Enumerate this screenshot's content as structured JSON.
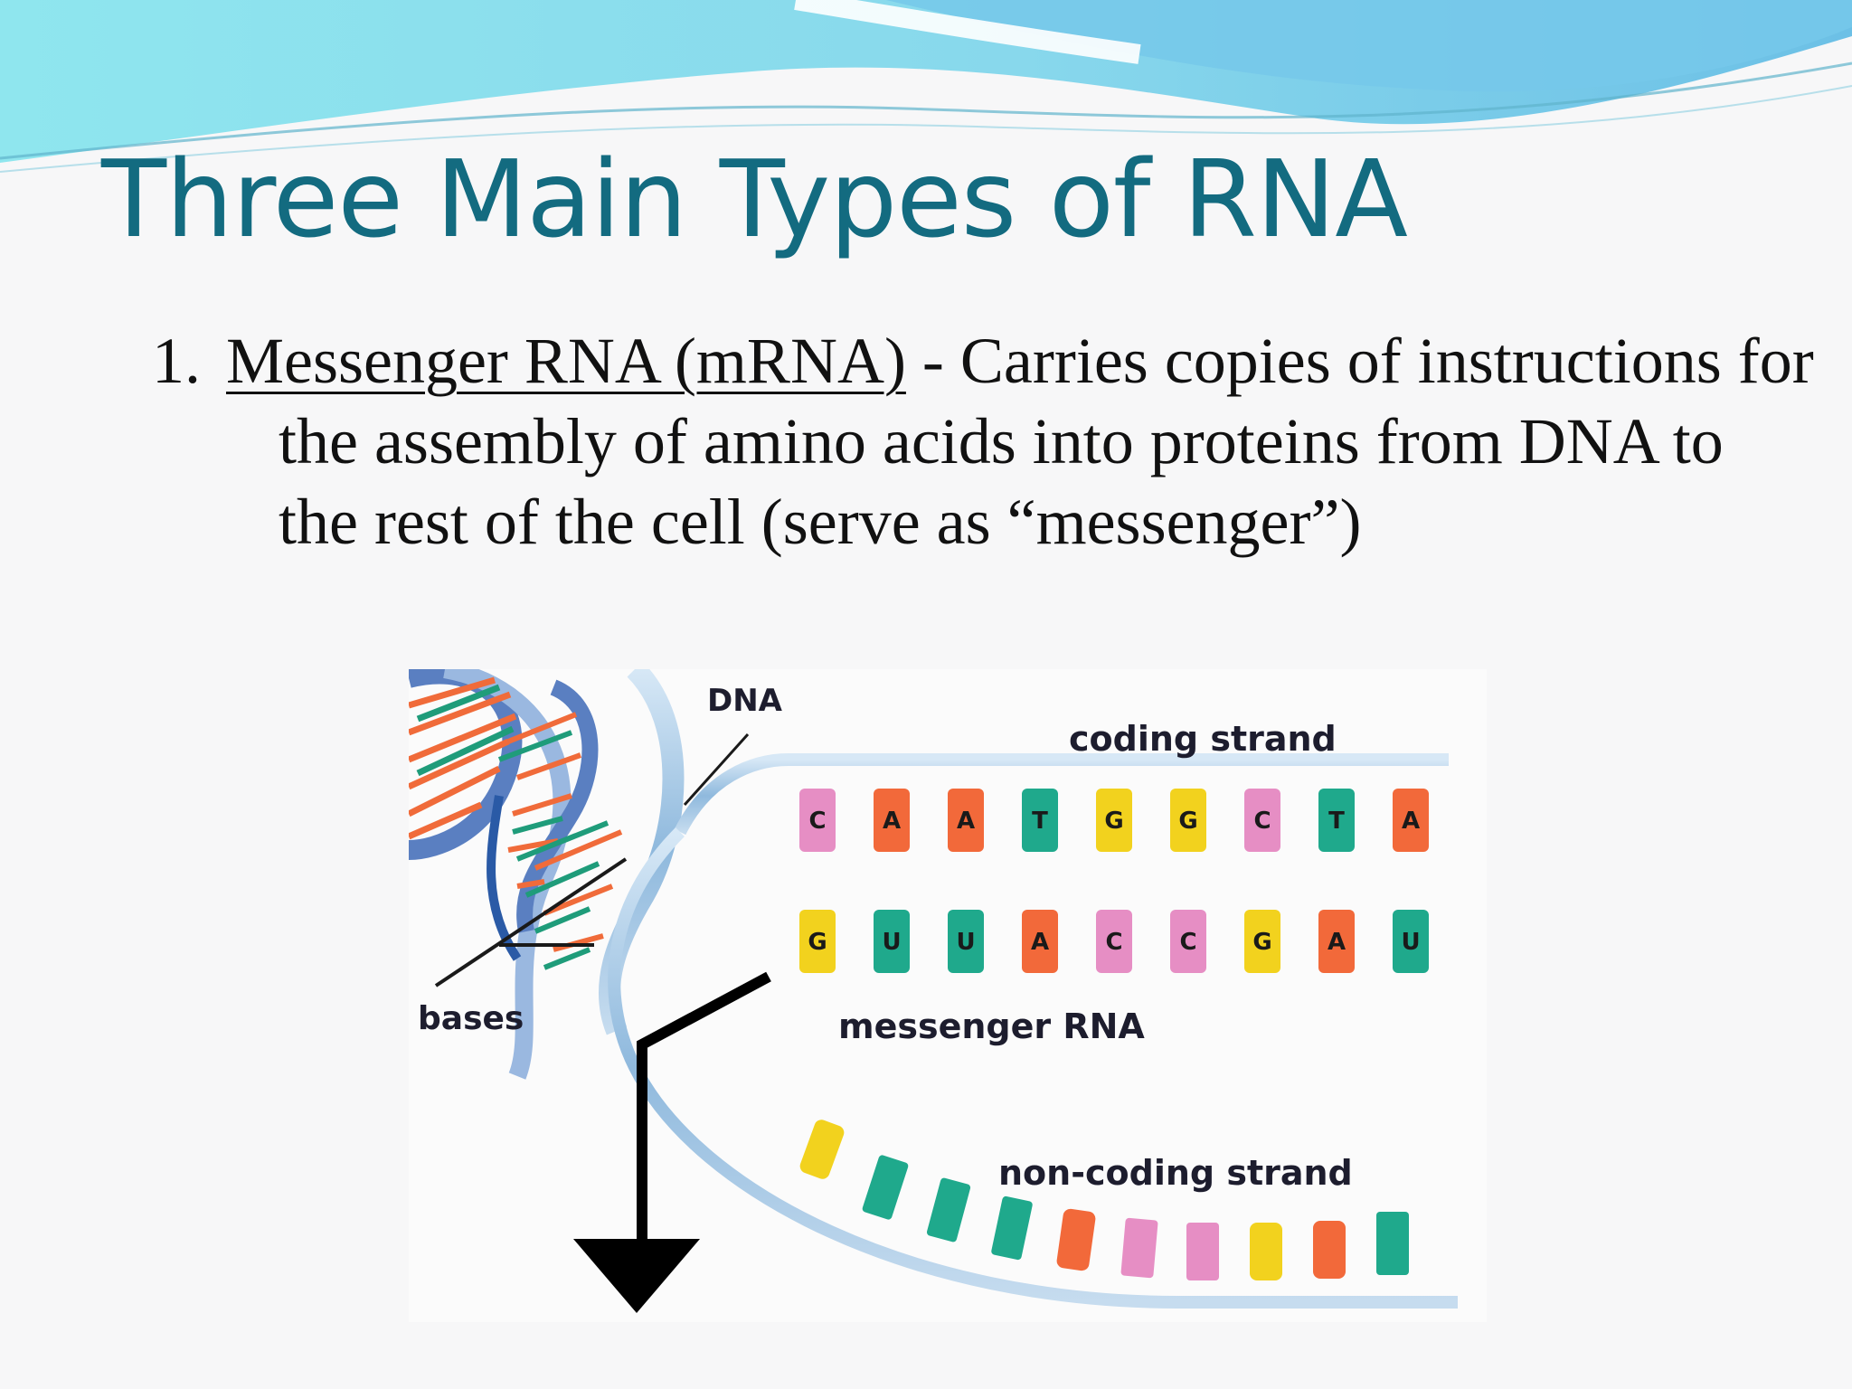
{
  "slide": {
    "title": "Three Main Types of RNA",
    "list": [
      {
        "number": "1.",
        "term": "Messenger RNA (mRNA)",
        "description": " - Carries copies of instructions for the assembly of amino acids into proteins from DNA to the rest of the cell (serve as “messenger”)"
      }
    ]
  },
  "figure": {
    "labels": {
      "dna": "DNA",
      "coding_strand": "coding strand",
      "messenger_rna": "messenger RNA",
      "non_coding_strand": "non-coding strand",
      "bases": "bases"
    },
    "coding_strand_bases": [
      "C",
      "A",
      "A",
      "T",
      "G",
      "G",
      "C",
      "T",
      "A"
    ],
    "messenger_rna_bases": [
      "G",
      "U",
      "U",
      "A",
      "C",
      "C",
      "G",
      "A",
      "U"
    ],
    "base_colors": {
      "A": "#f2693a",
      "C": "#e68ec4",
      "G": "#f2d21e",
      "T": "#1fa98c",
      "U": "#1fa98c"
    },
    "colors": {
      "title": "#136b80",
      "backbone": "#9ec3e2",
      "arrow": "#000000"
    }
  }
}
